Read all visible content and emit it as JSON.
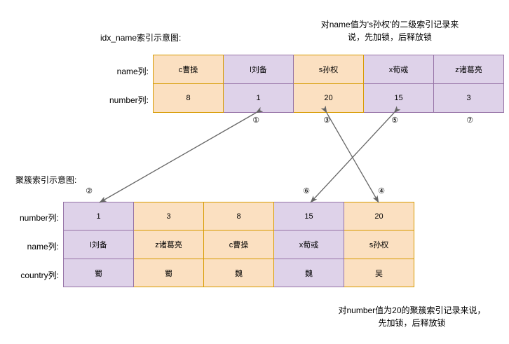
{
  "diagram": {
    "secondary_index_title": "idx_name索引示意图:",
    "clustered_index_title": "聚簇索引示意图:",
    "top_caption_line1": "对name值为's孙权'的二级索引记录来",
    "top_caption_line2": "说，先加锁，后释放锁",
    "bottom_caption_line1": "对number值为20的聚簇索引记录来说，",
    "bottom_caption_line2": "先加锁，后释放锁"
  },
  "secondary_index": {
    "row_labels": [
      "name列:",
      "number列:"
    ],
    "columns": [
      {
        "name": "c曹操",
        "number": "8",
        "color": "orange"
      },
      {
        "name": "l刘备",
        "number": "1",
        "color": "purple"
      },
      {
        "name": "s孙权",
        "number": "20",
        "color": "orange"
      },
      {
        "name": "x荀彧",
        "number": "15",
        "color": "purple"
      },
      {
        "name": "z诸葛亮",
        "number": "3",
        "color": "purple"
      }
    ],
    "markers": [
      "①",
      "③",
      "⑤",
      "⑦"
    ]
  },
  "clustered_index": {
    "row_labels": [
      "number列:",
      "name列:",
      "country列:"
    ],
    "columns": [
      {
        "number": "1",
        "name": "l刘备",
        "country": "蜀",
        "color": "purple"
      },
      {
        "number": "3",
        "name": "z诸葛亮",
        "country": "蜀",
        "color": "orange"
      },
      {
        "number": "8",
        "name": "c曹操",
        "country": "魏",
        "color": "orange"
      },
      {
        "number": "15",
        "name": "x荀彧",
        "country": "魏",
        "color": "purple"
      },
      {
        "number": "20",
        "name": "s孙权",
        "country": "吴",
        "color": "orange"
      }
    ],
    "markers": [
      "②",
      "⑥",
      "④"
    ]
  },
  "colors": {
    "orange_fill": "#fbe0c1",
    "orange_border": "#d79b00",
    "purple_fill": "#ded2e9",
    "purple_border": "#9673a6",
    "arrow": "#666666"
  }
}
